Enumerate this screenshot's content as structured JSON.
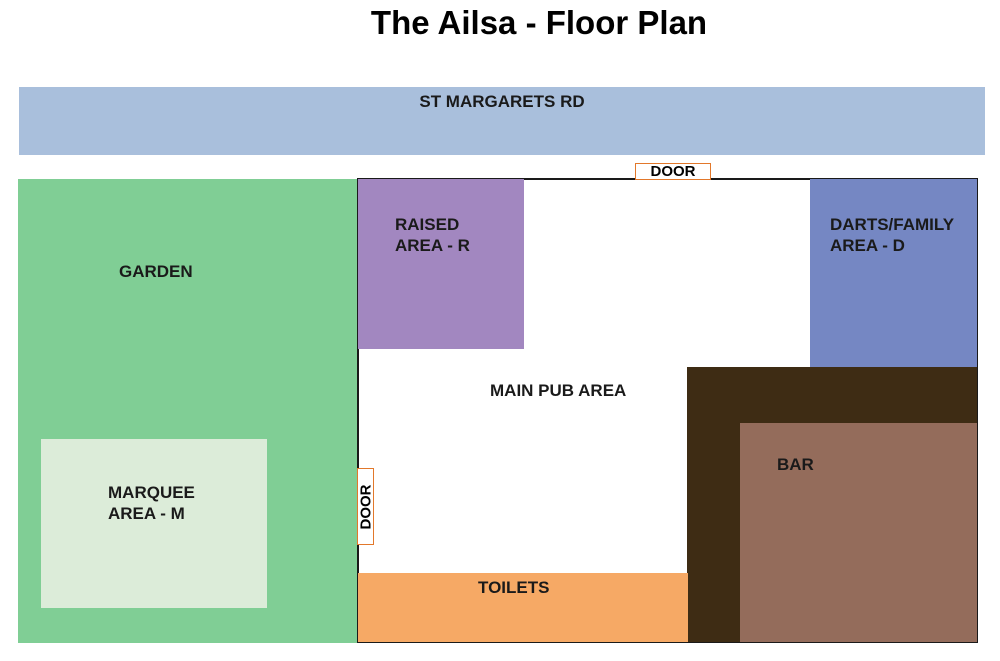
{
  "title": "The Ailsa - Floor Plan",
  "colors": {
    "road": "#a9bfdc",
    "garden": "#80ce95",
    "marquee": "#dcecd9",
    "raised": "#a287c0",
    "darts": "#7587c3",
    "bar_counter": "#3e2c14",
    "bar": "#946c5b",
    "toilets": "#f6a965",
    "door_outline": "#e2782b"
  },
  "areas": {
    "road": "ST MARGARETS RD",
    "garden": "GARDEN",
    "marquee": [
      "MARQUEE",
      "AREA - M"
    ],
    "raised": [
      "RAISED",
      "AREA - R"
    ],
    "darts": [
      "DARTS/FAMILY",
      "AREA - D"
    ],
    "main": "MAIN PUB AREA",
    "bar": "BAR",
    "toilets": "TOILETS"
  },
  "doors": {
    "top": "DOOR",
    "side": "DOOR"
  }
}
